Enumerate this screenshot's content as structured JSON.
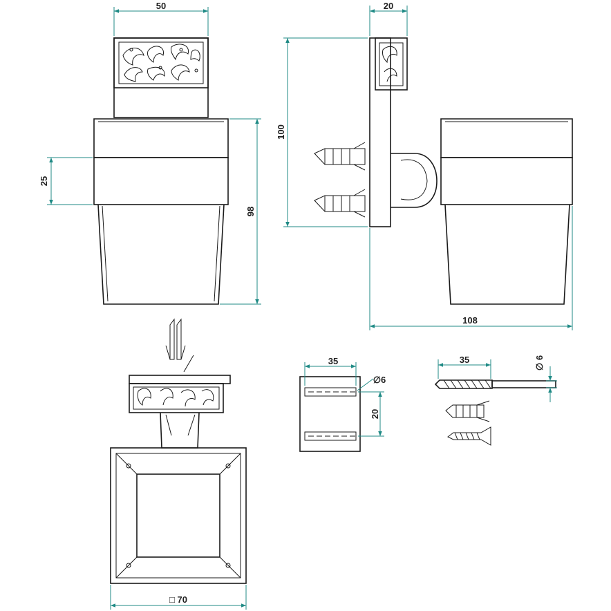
{
  "dimensions": {
    "holder_width": "50",
    "wall_depth": "20",
    "height_total": "100",
    "band_height": "25",
    "cup_height": "98",
    "projection": "108",
    "drill_depth": "35",
    "hole_diameter": "∅6",
    "hole_spacing": "20",
    "bit_length": "35",
    "bit_diameter": "∅ 6",
    "base_square": "□ 70"
  },
  "colors": {
    "dimension_lines": "#1f8a85",
    "object_lines": "#1a1a1a"
  }
}
